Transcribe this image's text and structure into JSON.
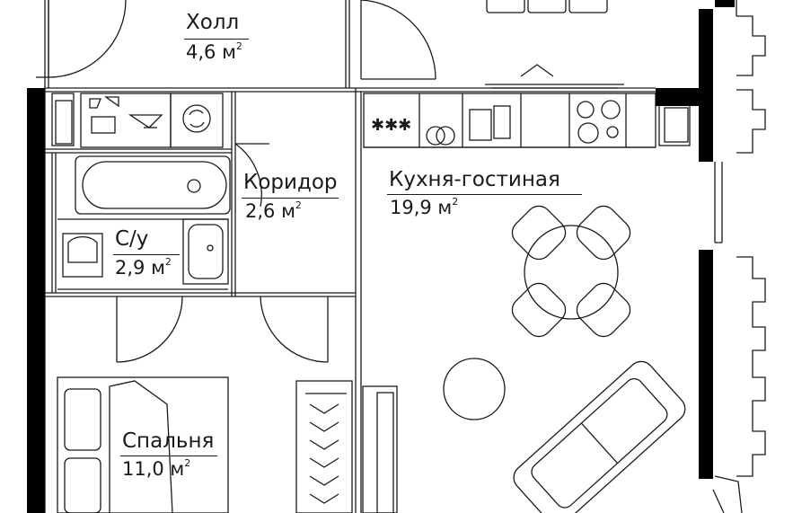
{
  "rooms": {
    "hall": {
      "name": "Холл",
      "area": "4,6 м",
      "sup": "2"
    },
    "corridor": {
      "name": "Коридор",
      "area": "2,6 м",
      "sup": "2"
    },
    "bathroom": {
      "name": "С/у",
      "area": "2,9 м",
      "sup": "2"
    },
    "kitchen": {
      "name": "Кухня-гостиная",
      "area": "19,9 м",
      "sup": "2"
    },
    "bedroom": {
      "name": "Спальня",
      "area": "11,0 м",
      "sup": "2"
    }
  },
  "icons": {
    "cooktop": "asterisk-burners-icon",
    "washing_machine": "circular-arrows-icon"
  },
  "colors": {
    "wall": "#000000",
    "line": "#1a1a1a",
    "background": "#ffffff"
  }
}
